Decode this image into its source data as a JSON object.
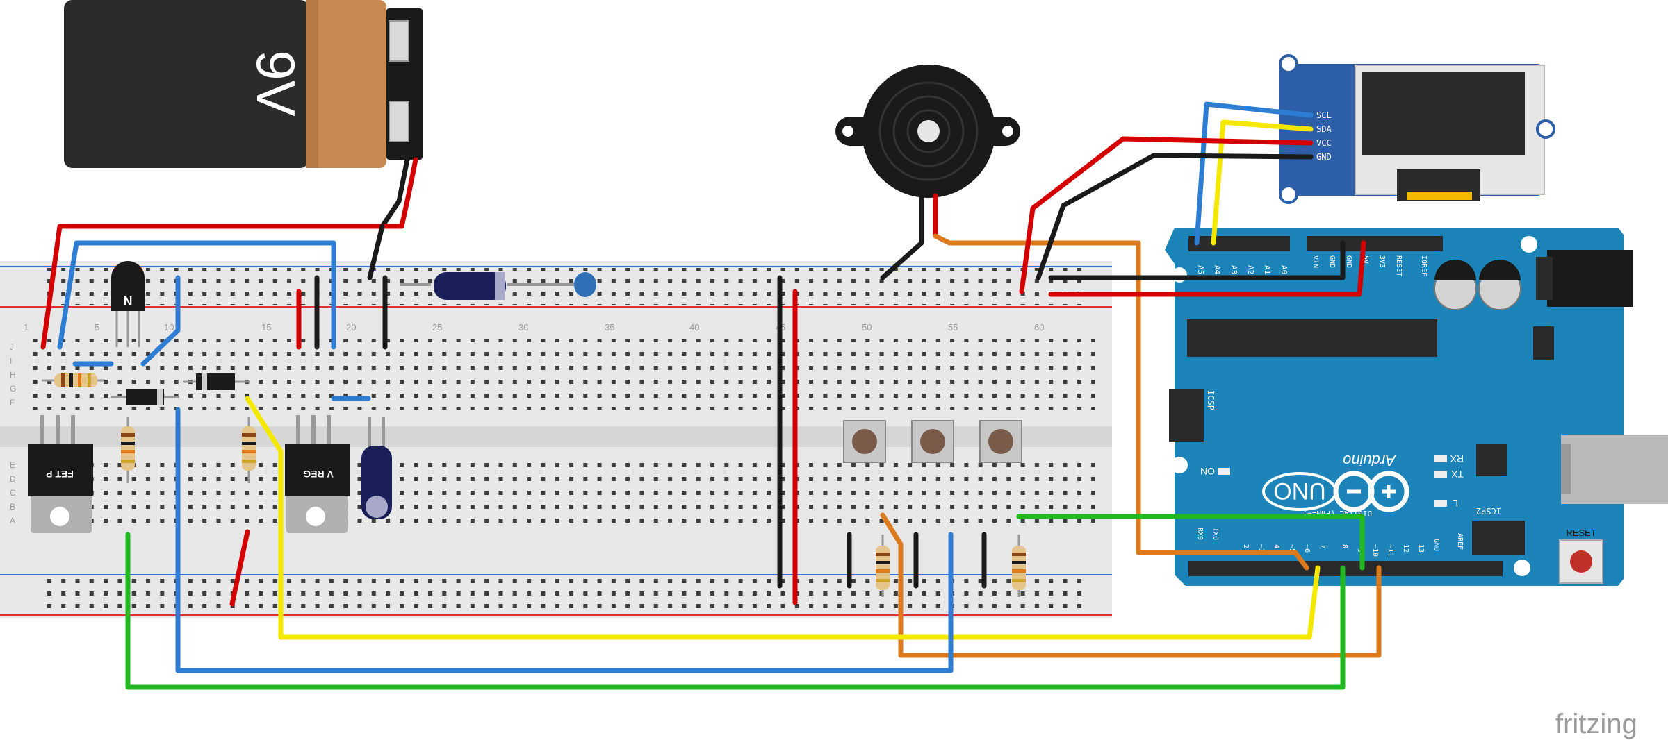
{
  "battery": {
    "label": "9V"
  },
  "breadboard": {
    "col_numbers": [
      "1",
      "5",
      "10",
      "15",
      "20",
      "25",
      "30",
      "35",
      "40",
      "45",
      "50",
      "55",
      "60"
    ],
    "row_letters_top": [
      "J",
      "I",
      "H",
      "G",
      "F"
    ],
    "row_letters_bottom": [
      "E",
      "D",
      "C",
      "B",
      "A"
    ]
  },
  "parts": {
    "fet_label": "FET P",
    "vreg_label": "V REG",
    "transistor_label": "N"
  },
  "oled": {
    "pins": [
      "SCL",
      "SDA",
      "VCC",
      "GND"
    ]
  },
  "arduino": {
    "brand": "Arduino",
    "model": "UNO",
    "on_label": "ON",
    "tx_label": "TX",
    "rx_label": "RX",
    "l_label": "L",
    "icsp_label": "ICSP",
    "icsp2_label": "ICSP2",
    "reset_label": "RESET",
    "digital_label": "DIGITAL (PWM=~)",
    "analog_header": [
      "A5",
      "A4",
      "A3",
      "A2",
      "A1",
      "A0"
    ],
    "power_header": [
      "VIN",
      "GND",
      "GND",
      "5V",
      "3V3",
      "RESET",
      "IOREF"
    ],
    "digital_header": [
      "RX0",
      "TX0",
      "2",
      "~3",
      "4",
      "~5",
      "~6",
      "7",
      "8",
      "~9",
      "~10",
      "~11",
      "12",
      "13",
      "GND",
      "AREF"
    ]
  },
  "watermark": {
    "text": "fritzing"
  },
  "colors": {
    "wire_red": "#d40000",
    "wire_black": "#1a1a1a",
    "wire_blue": "#2d7dd2",
    "wire_yellow": "#f5e800",
    "wire_green": "#22b822",
    "wire_orange": "#dc7a1e",
    "arduino_board": "#1c84b8",
    "oled_board": "#2d5fa8",
    "breadboard": "#e6e6e6"
  }
}
